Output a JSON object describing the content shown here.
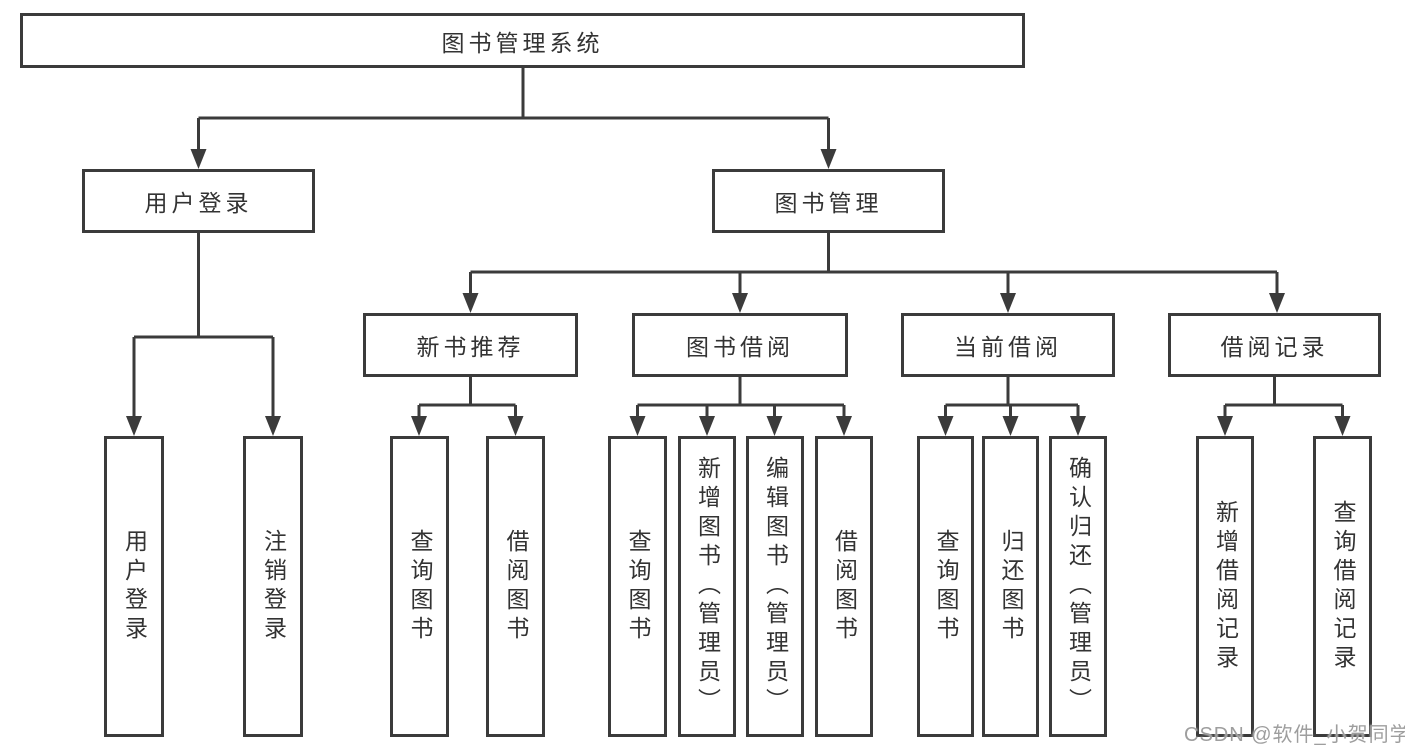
{
  "tree": {
    "root": {
      "label": "图书管理系统"
    },
    "level2": [
      {
        "label": "用户登录"
      },
      {
        "label": "图书管理"
      }
    ],
    "level3": [
      {
        "label": "新书推荐"
      },
      {
        "label": "图书借阅"
      },
      {
        "label": "当前借阅"
      },
      {
        "label": "借阅记录"
      }
    ],
    "leaves": {
      "user_login": [
        "用户登录",
        "注销登录"
      ],
      "new_book": [
        "查询图书",
        "借阅图书"
      ],
      "book_borrow": [
        "查询图书",
        "新增图书（管理员）",
        "编辑图书（管理员）",
        "借阅图书"
      ],
      "current_borrow": [
        "查询图书",
        "归还图书",
        "确认归还（管理员）"
      ],
      "borrow_records": [
        "新增借阅记录",
        "查询借阅记录"
      ]
    }
  },
  "watermark": "CSDN @软件_小贺同学",
  "colors": {
    "line": "#3b3b3b",
    "text": "#333333",
    "background": "#ffffff",
    "watermark": "#9e9e9e"
  }
}
